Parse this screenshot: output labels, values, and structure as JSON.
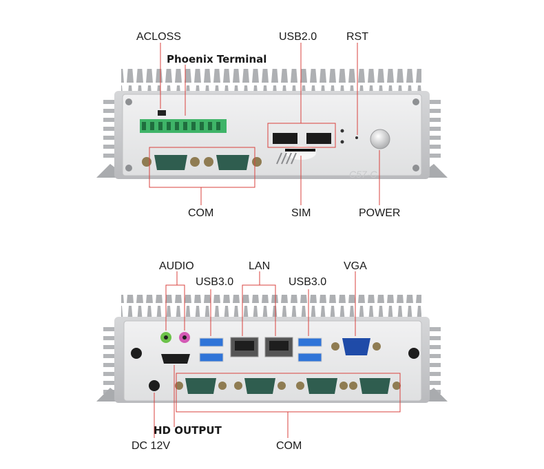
{
  "top_panel": {
    "labels": {
      "acloss": "ACLOSS",
      "phoenix": "Phoenix Terminal",
      "usb2": "USB2.0",
      "rst": "RST",
      "com": "COM",
      "sim": "SIM",
      "power": "POWER"
    },
    "embossed": "C57-C"
  },
  "bottom_panel": {
    "labels": {
      "audio": "AUDIO",
      "usb3_left": "USB3.0",
      "lan": "LAN",
      "usb3_right": "USB3.0",
      "vga": "VGA",
      "hd_output": "HD OUTPUT",
      "dc": "DC 12V",
      "com": "COM"
    }
  },
  "colors": {
    "callout": "#d9413d",
    "chassis": "#c9cacc",
    "panel": "#e9e9ea",
    "serial_port": "#2f5d4f",
    "terminal": "#3fb468",
    "usb3": "#2f74d8",
    "vga": "#1f4ba8"
  }
}
